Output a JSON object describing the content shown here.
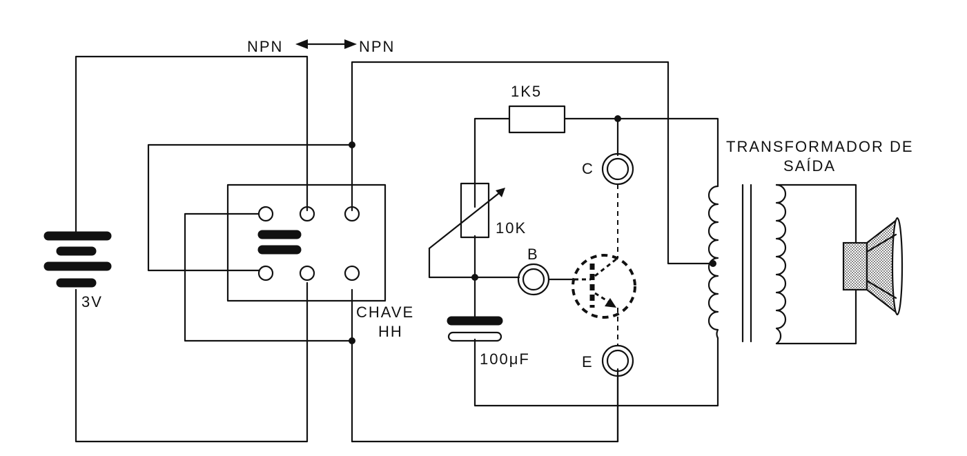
{
  "diagram": {
    "labels": {
      "npn_left": "NPN",
      "npn_right": "NPN",
      "battery": "3V",
      "switch_line1": "CHAVE",
      "switch_line2": "HH",
      "resistor": "1K5",
      "potentiometer": "10K",
      "capacitor": "100μF",
      "collector": "C",
      "base": "B",
      "emitter": "E",
      "transformer_line1": "TRANSFORMADOR DE",
      "transformer_line2": "SAÍDA"
    }
  }
}
